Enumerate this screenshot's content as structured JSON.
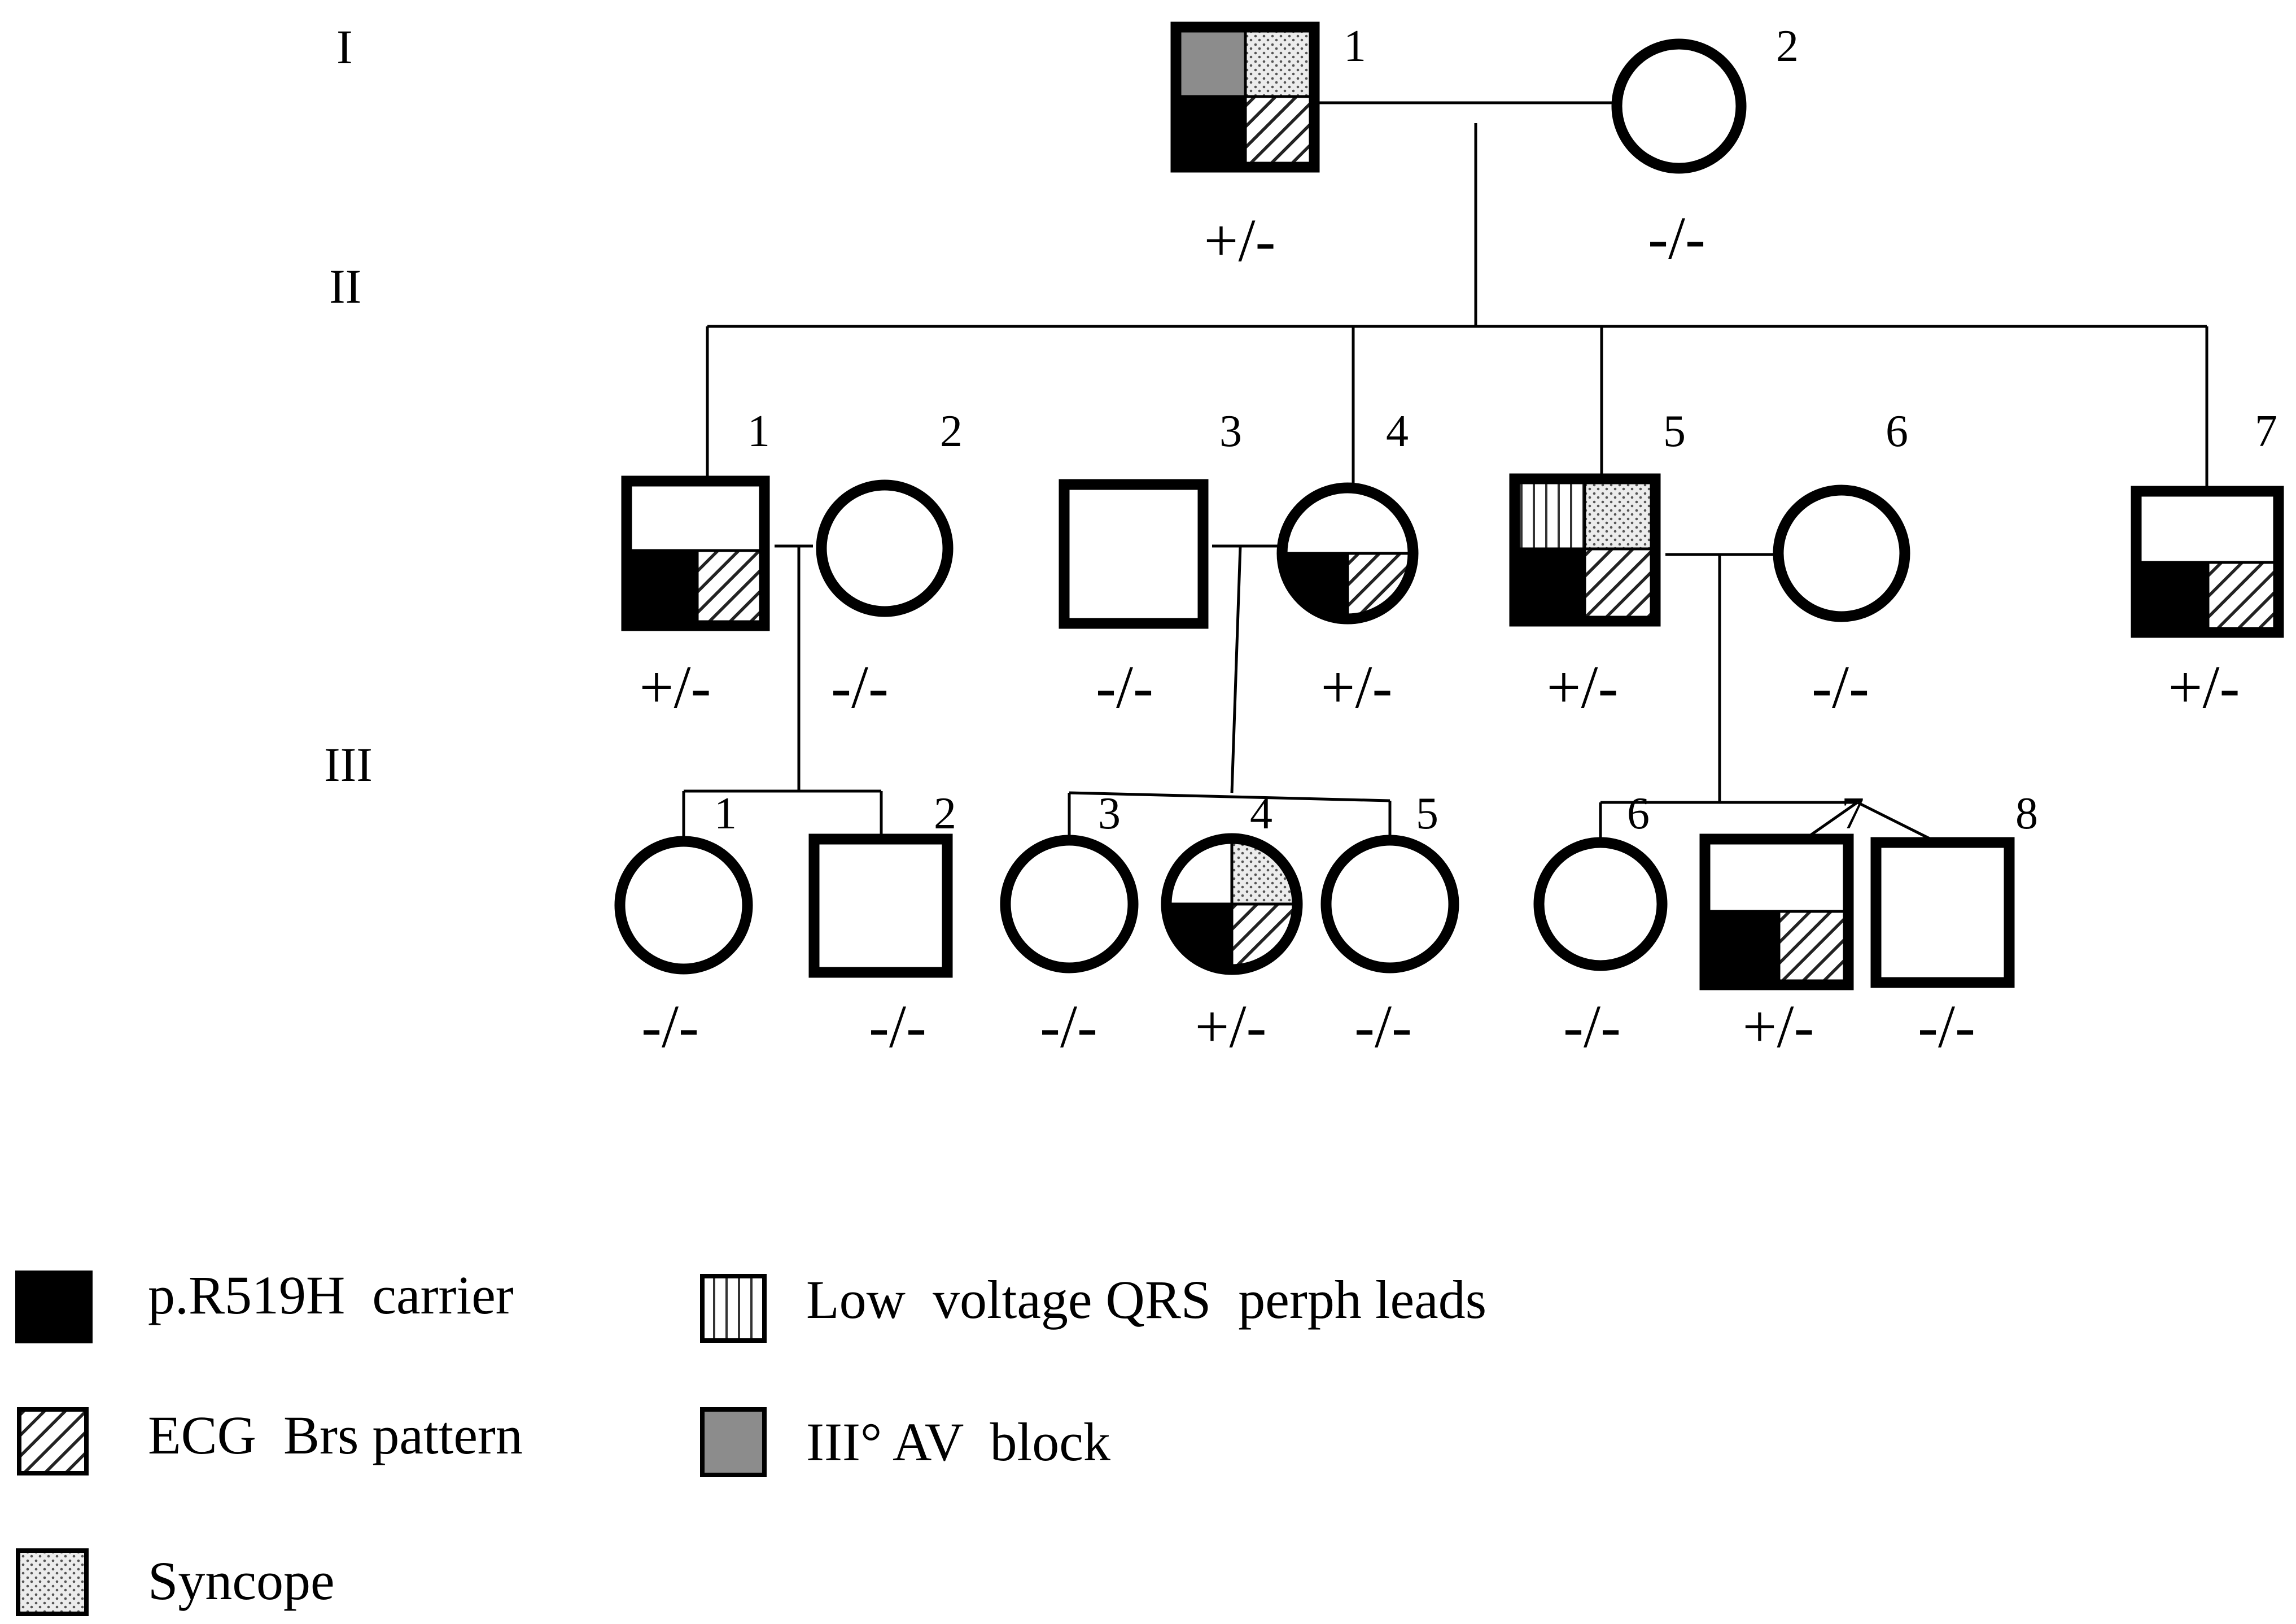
{
  "generations": [
    "I",
    "II",
    "III"
  ],
  "individuals": [
    {
      "id": "I-1",
      "gen": "I",
      "num": "1",
      "sex": "male",
      "genotype": "+/-",
      "traits": [
        "p.R519H carrier",
        "ECG Brs pattern",
        "Syncope",
        "III° AV block"
      ]
    },
    {
      "id": "I-2",
      "gen": "I",
      "num": "2",
      "sex": "female",
      "genotype": "-/-",
      "traits": []
    },
    {
      "id": "II-1",
      "gen": "II",
      "num": "1",
      "sex": "male",
      "genotype": "+/-",
      "traits": [
        "p.R519H carrier",
        "ECG Brs pattern"
      ]
    },
    {
      "id": "II-2",
      "gen": "II",
      "num": "2",
      "sex": "female",
      "genotype": "-/-",
      "traits": []
    },
    {
      "id": "II-3",
      "gen": "II",
      "num": "3",
      "sex": "male",
      "genotype": "-/-",
      "traits": []
    },
    {
      "id": "II-4",
      "gen": "II",
      "num": "4",
      "sex": "female",
      "genotype": "+/-",
      "traits": [
        "p.R519H carrier",
        "ECG Brs pattern"
      ]
    },
    {
      "id": "II-5",
      "gen": "II",
      "num": "5",
      "sex": "male",
      "genotype": "+/-",
      "traits": [
        "p.R519H carrier",
        "ECG Brs pattern",
        "Low voltage QRS perph leads",
        "Syncope"
      ]
    },
    {
      "id": "II-6",
      "gen": "II",
      "num": "6",
      "sex": "female",
      "genotype": "-/-",
      "traits": []
    },
    {
      "id": "II-7",
      "gen": "II",
      "num": "7",
      "sex": "male",
      "genotype": "+/-",
      "traits": [
        "p.R519H carrier",
        "ECG Brs pattern"
      ]
    },
    {
      "id": "III-1",
      "gen": "III",
      "num": "1",
      "sex": "female",
      "genotype": "-/-",
      "traits": []
    },
    {
      "id": "III-2",
      "gen": "III",
      "num": "2",
      "sex": "male",
      "genotype": "-/-",
      "traits": []
    },
    {
      "id": "III-3",
      "gen": "III",
      "num": "3",
      "sex": "female",
      "genotype": "-/-",
      "traits": []
    },
    {
      "id": "III-4",
      "gen": "III",
      "num": "4",
      "sex": "female",
      "genotype": "+/-",
      "traits": [
        "p.R519H carrier",
        "ECG Brs pattern",
        "Syncope"
      ]
    },
    {
      "id": "III-5",
      "gen": "III",
      "num": "5",
      "sex": "female",
      "genotype": "-/-",
      "traits": []
    },
    {
      "id": "III-6",
      "gen": "III",
      "num": "6",
      "sex": "female",
      "genotype": "-/-",
      "traits": []
    },
    {
      "id": "III-7",
      "gen": "III",
      "num": "7",
      "sex": "male",
      "genotype": "+/-",
      "traits": [
        "p.R519H carrier",
        "ECG Brs pattern"
      ]
    },
    {
      "id": "III-8",
      "gen": "III",
      "num": "8",
      "sex": "male",
      "genotype": "-/-",
      "traits": []
    }
  ],
  "legend": [
    {
      "key": "carrier",
      "label": "p.R519H  carrier",
      "pattern": "solid-black"
    },
    {
      "key": "brs",
      "label": "ECG  Brs pattern",
      "pattern": "diagonal-hatch"
    },
    {
      "key": "syncope",
      "label": "Syncope",
      "pattern": "dots"
    },
    {
      "key": "lowvolt",
      "label": "Low  voltage QRS  perph leads",
      "pattern": "vertical-lines"
    },
    {
      "key": "avblock",
      "label": "III° AV  block",
      "pattern": "solid-gray"
    }
  ],
  "colors": {
    "line": "#000000",
    "carrier": "#000000",
    "av_block": "#8c8c8c",
    "syncope_bg": "#e6e6e6"
  }
}
